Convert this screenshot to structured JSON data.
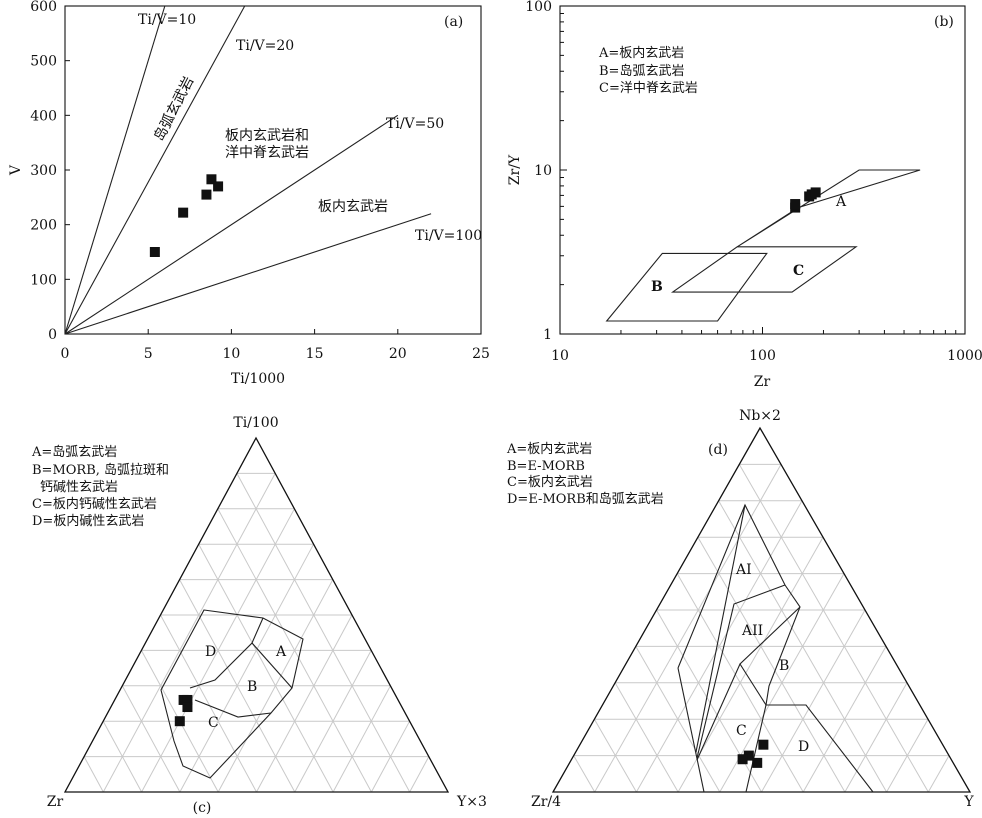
{
  "chart_data": [
    {
      "panel": "(a)",
      "type": "scatter",
      "xlabel": "Ti/1000",
      "ylabel": "V",
      "xlim": [
        0,
        25
      ],
      "ylim": [
        0,
        600
      ],
      "xticks": [
        "0",
        "5",
        "10",
        "15",
        "20",
        "25"
      ],
      "yticks": [
        "0",
        "100",
        "200",
        "300",
        "400",
        "500",
        "600"
      ],
      "reference_lines": [
        {
          "label": "Ti/V=10",
          "ratio": 10
        },
        {
          "label": "Ti/V=20",
          "ratio": 20
        },
        {
          "label": "Ti/V=50",
          "ratio": 50
        },
        {
          "label": "Ti/V=100",
          "ratio": 100
        }
      ],
      "field_labels": [
        "岛弧玄武岩",
        "板内玄武岩和",
        "洋中脊玄武岩",
        "板内玄武岩"
      ],
      "points": [
        {
          "x": 5.4,
          "y": 150
        },
        {
          "x": 7.1,
          "y": 222
        },
        {
          "x": 8.5,
          "y": 255
        },
        {
          "x": 8.8,
          "y": 283
        },
        {
          "x": 9.2,
          "y": 270
        }
      ]
    },
    {
      "panel": "(b)",
      "type": "scatter",
      "scale": "log-log",
      "xlabel": "Zr",
      "ylabel": "Zr/Y",
      "xlim": [
        10,
        1000
      ],
      "ylim": [
        1,
        100
      ],
      "xticks": [
        "10",
        "100",
        "1000"
      ],
      "yticks": [
        "1",
        "10",
        "100"
      ],
      "legend": [
        "A=板内玄武岩",
        "B=岛弧玄武岩",
        "C=洋中脊玄武岩"
      ],
      "fields": {
        "A": [
          [
            75,
            3.4
          ],
          [
            150,
            5.9
          ],
          [
            600,
            10
          ],
          [
            300,
            10
          ]
        ],
        "B": [
          [
            17,
            1.2
          ],
          [
            60,
            1.2
          ],
          [
            105,
            3.1
          ],
          [
            32,
            3.1
          ]
        ],
        "C": [
          [
            36,
            1.8
          ],
          [
            140,
            1.8
          ],
          [
            290,
            3.4
          ],
          [
            75,
            3.4
          ]
        ]
      },
      "field_labels": [
        "A",
        "B",
        "C"
      ],
      "points": [
        {
          "x": 145,
          "y": 5.9
        },
        {
          "x": 145,
          "y": 6.2
        },
        {
          "x": 170,
          "y": 6.9
        },
        {
          "x": 175,
          "y": 7.1
        },
        {
          "x": 183,
          "y": 7.3
        }
      ]
    },
    {
      "panel": "(c)",
      "type": "ternary",
      "apex_labels": {
        "top": "Ti/100",
        "left": "Zr",
        "right": "Y×3"
      },
      "legend": [
        "A=岛弧玄武岩",
        "B=MORB, 岛弧拉斑和",
        "钙碱性玄武岩",
        "C=板内钙碱性玄武岩",
        "D=板内碱性玄武岩"
      ],
      "field_labels": [
        "A",
        "B",
        "C",
        "D"
      ],
      "points": [
        {
          "top": 0.26,
          "right": 0.18
        },
        {
          "top": 0.26,
          "right": 0.19
        },
        {
          "top": 0.24,
          "right": 0.2
        },
        {
          "top": 0.2,
          "right": 0.2
        }
      ]
    },
    {
      "panel": "(d)",
      "type": "ternary",
      "apex_labels": {
        "top": "Nb×2",
        "left": "Zr/4",
        "right": "Y"
      },
      "legend": [
        "A=板内玄武岩",
        "B=E-MORB",
        "C=板内玄武岩",
        "D=E-MORB和岛弧玄武岩"
      ],
      "field_labels": [
        "AI",
        "AII",
        "B",
        "C",
        "D"
      ],
      "points": [
        {
          "top": 0.13,
          "right": 0.44
        },
        {
          "top": 0.1,
          "right": 0.42
        },
        {
          "top": 0.09,
          "right": 0.41
        },
        {
          "top": 0.08,
          "right": 0.45
        }
      ]
    }
  ]
}
